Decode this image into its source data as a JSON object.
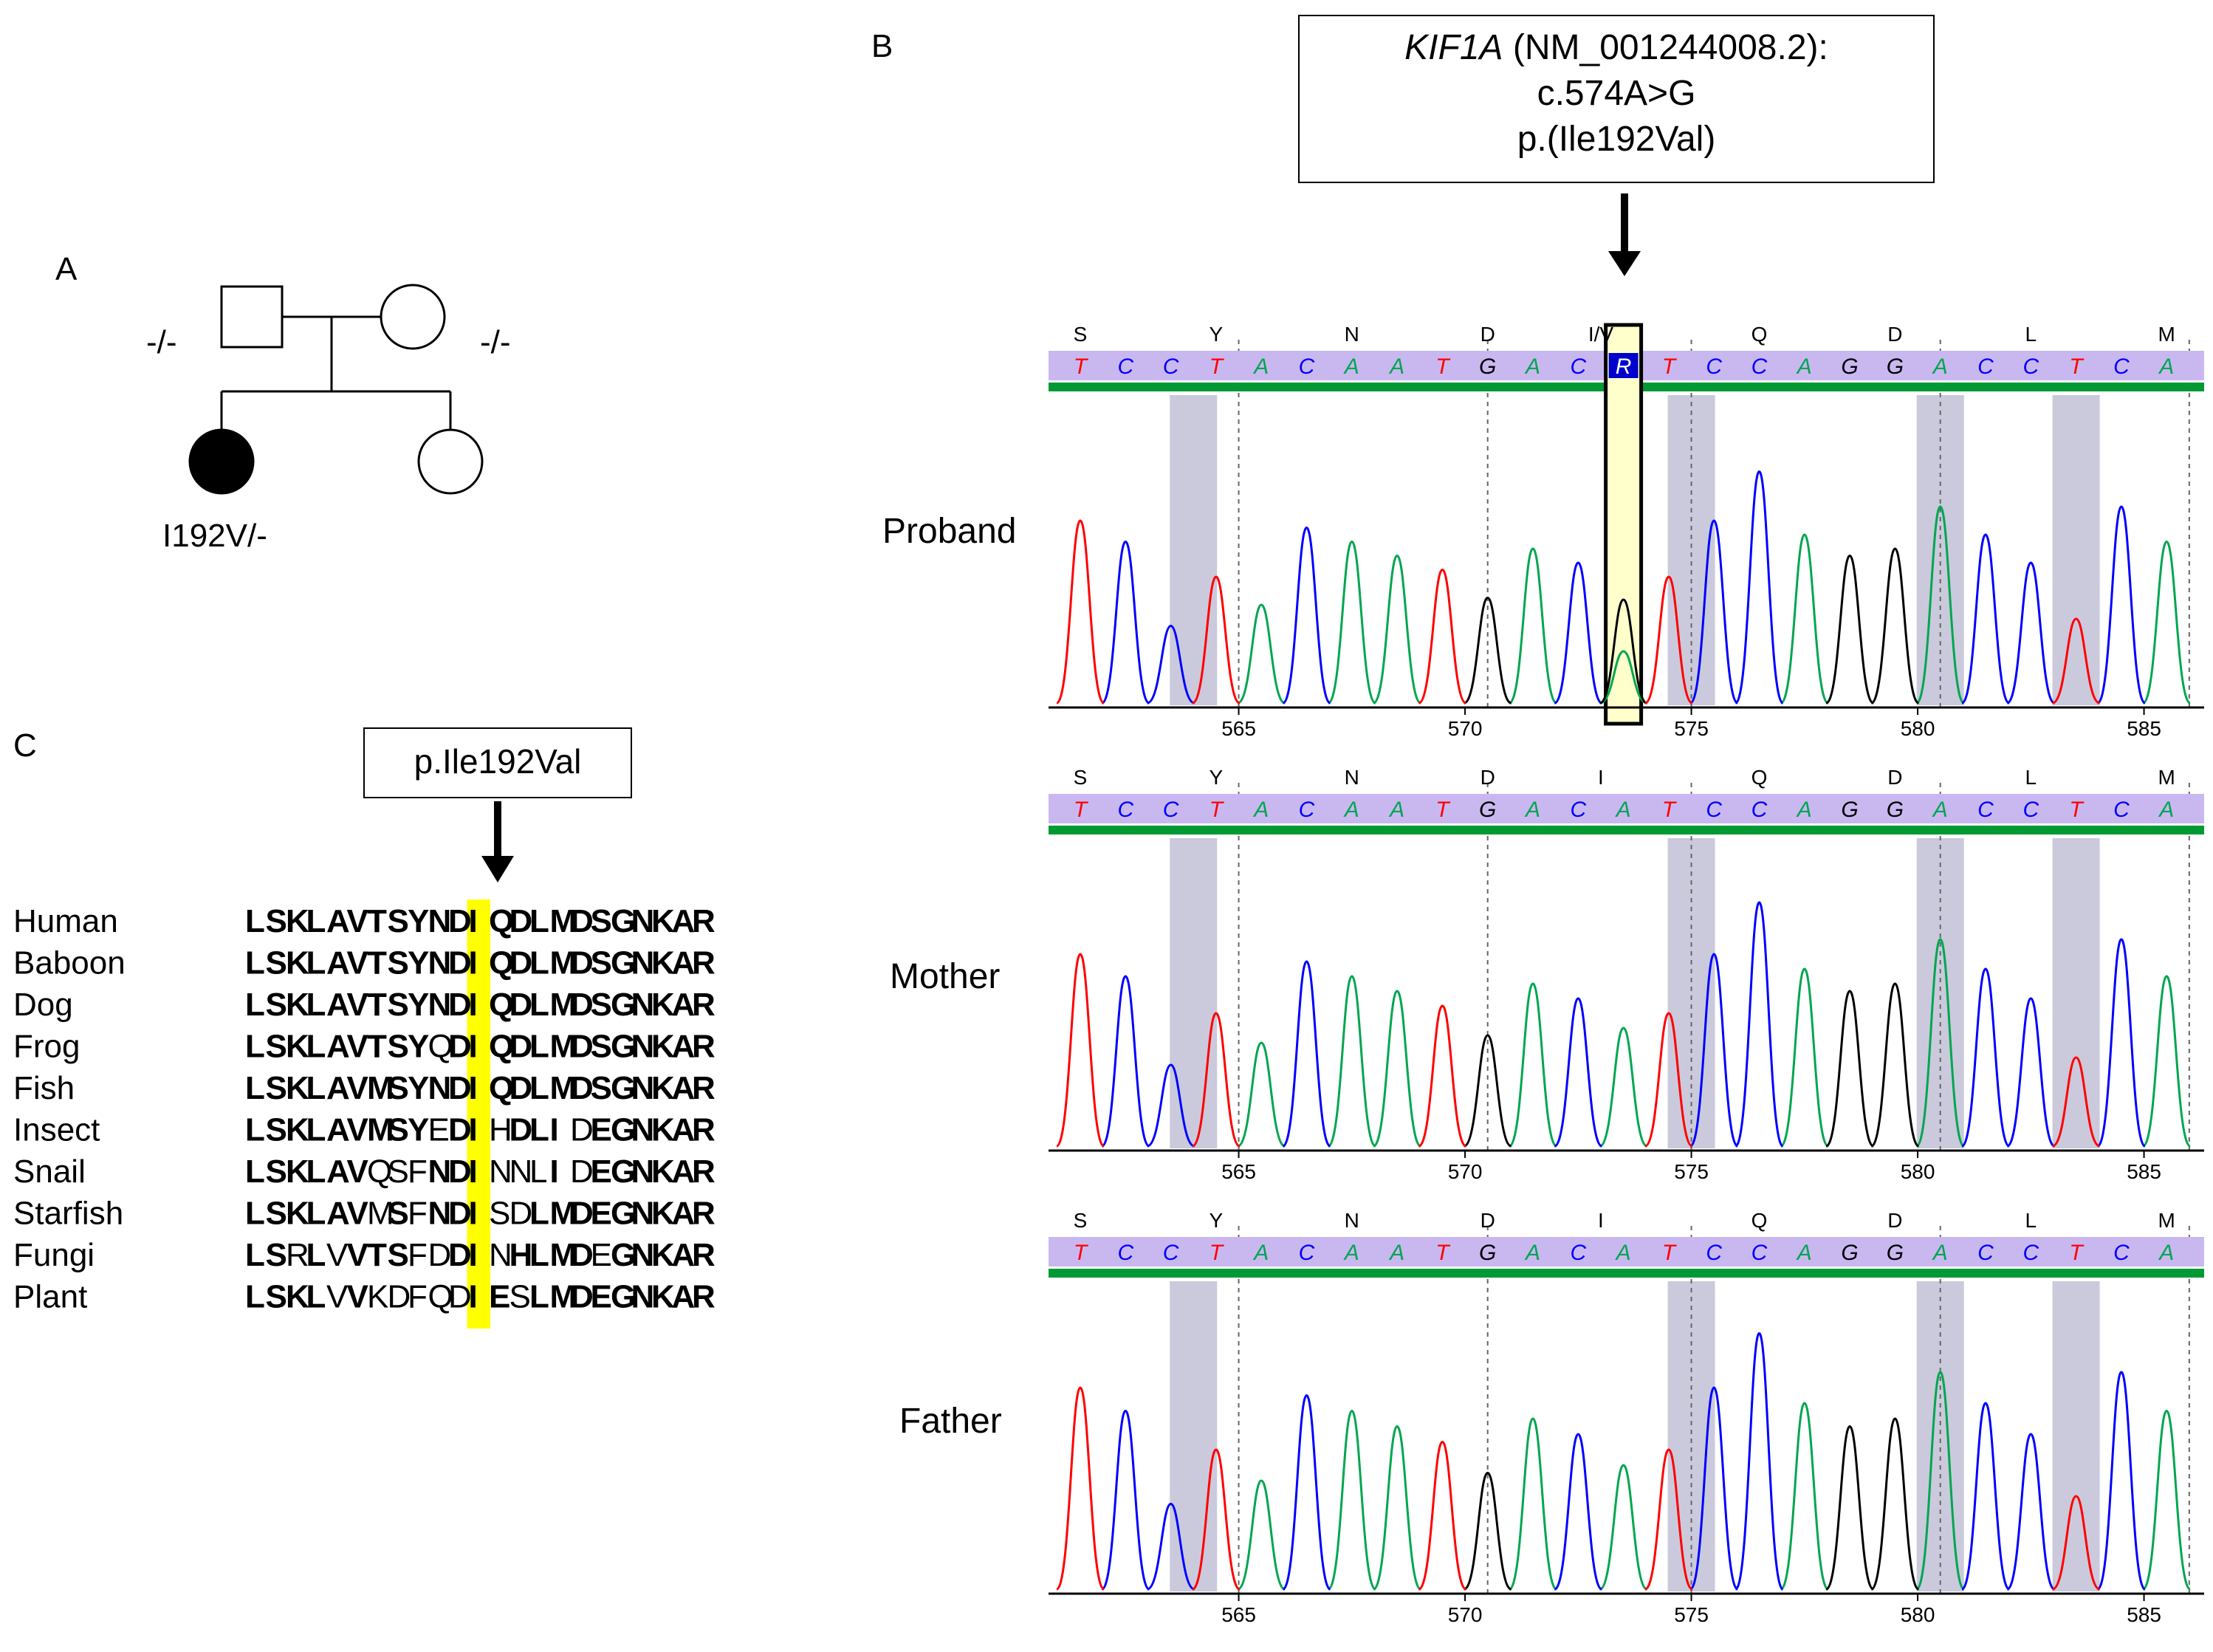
{
  "panels": {
    "a": "A",
    "b": "B",
    "c": "C"
  },
  "pedigree": {
    "father_genotype": "-/-",
    "mother_genotype": "-/-",
    "proband_genotype": "I192V/-"
  },
  "variant": {
    "gene": "KIF1A",
    "transcript": "(NM_001244008.2):",
    "cdna": "c.574A>G",
    "protein": "p.(Ile192Val)"
  },
  "alignment": {
    "callout": "p.Ile192Val",
    "species": [
      "Human",
      "Baboon",
      "Dog",
      "Frog",
      "Fish",
      "Insect",
      "Snail",
      "Starfish",
      "Fungi",
      "Plant"
    ],
    "sequences": [
      "LSKLAVTSYNDIQDLMDSGNKAR",
      "LSKLAVTSYNDIQDLMDSGNKAR",
      "LSKLAVTSYNDIQDLMDSGNKAR",
      "LSKLAVTSYQDIQDLMDSGNKAR",
      "LSKLAVMSYNDIQDLMDSGNKAR",
      "LSKLAVMSYEDIHDLIDEGNKAR",
      "LSKLAVQSFNDINNLIDEGNKAR",
      "LSKLAVMSFNDISDLMDEGNKAR",
      "LSRLVVTSFDDINHLMDEGNKAR",
      "LSKLVVKDFQDIESLMDEGNKAR"
    ],
    "bold_masks": [
      "11111111111111111111111",
      "11111111111111111111111",
      "11111111111111111111111",
      "11111111101111111111111",
      "11111111111111111111111",
      "11111111101101110111111",
      "11111100011100010111111",
      "11111101011100111111111",
      "11010111001101111011111",
      "11110100000110111111111"
    ],
    "highlight_index": 11,
    "highlight_color": "#ffff00"
  },
  "chromatograms": [
    {
      "sample": "Proband",
      "amino_acids": [
        "S",
        "Y",
        "N",
        "D",
        "I/V",
        "Q",
        "D",
        "L",
        "M"
      ],
      "bases": [
        "T",
        "C",
        "C",
        "T",
        "A",
        "C",
        "A",
        "A",
        "T",
        "G",
        "A",
        "C",
        "R",
        "T",
        "C",
        "C",
        "A",
        "G",
        "G",
        "A",
        "C",
        "C",
        "T",
        "C",
        "A"
      ],
      "ticks": [
        "565",
        "570",
        "575",
        "580",
        "585"
      ],
      "ambiguous_index": 12
    },
    {
      "sample": "Mother",
      "amino_acids": [
        "S",
        "Y",
        "N",
        "D",
        "I",
        "Q",
        "D",
        "L",
        "M"
      ],
      "bases": [
        "T",
        "C",
        "C",
        "T",
        "A",
        "C",
        "A",
        "A",
        "T",
        "G",
        "A",
        "C",
        "A",
        "T",
        "C",
        "C",
        "A",
        "G",
        "G",
        "A",
        "C",
        "C",
        "T",
        "C",
        "A"
      ],
      "ticks": [
        "565",
        "570",
        "575",
        "580",
        "585"
      ],
      "ambiguous_index": -1
    },
    {
      "sample": "Father",
      "amino_acids": [
        "S",
        "Y",
        "N",
        "D",
        "I",
        "Q",
        "D",
        "L",
        "M"
      ],
      "bases": [
        "T",
        "C",
        "C",
        "T",
        "A",
        "C",
        "A",
        "A",
        "T",
        "G",
        "A",
        "C",
        "A",
        "T",
        "C",
        "C",
        "A",
        "G",
        "G",
        "A",
        "C",
        "C",
        "T",
        "C",
        "A"
      ],
      "ticks": [
        "565",
        "570",
        "575",
        "580",
        "585"
      ],
      "ambiguous_index": -1
    }
  ],
  "colors": {
    "A": "#00a650",
    "C": "#0000ff",
    "G": "#000000",
    "T": "#ff0000",
    "R": "#ffffff",
    "header": "#c9b8f0",
    "quality": "#009933",
    "shade": "#b8b8d0",
    "highlight_box": "#ffffcc"
  }
}
